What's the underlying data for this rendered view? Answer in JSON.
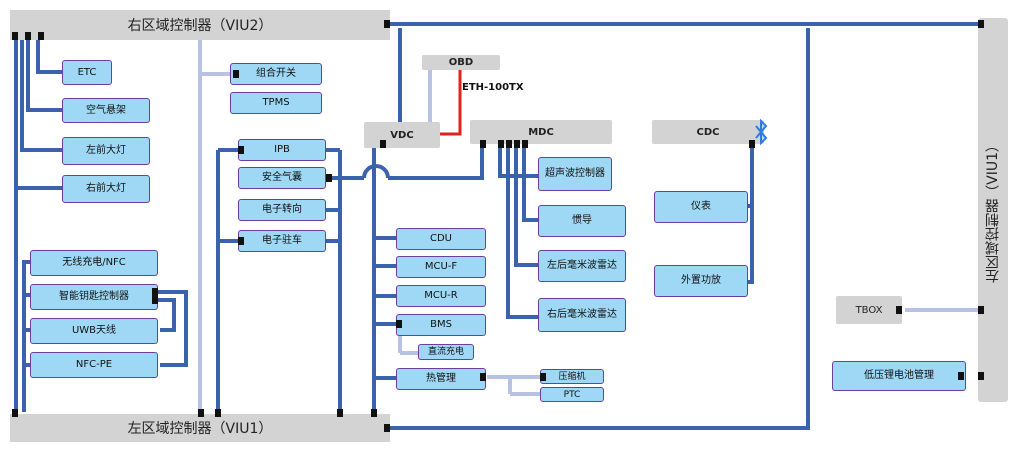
{
  "controllers": {
    "viu2": "右区域控制器（VIU2）",
    "viu1_bottom": "左区域控制器（VIU1）",
    "viu1_right": "左区域控制器（VIU1）"
  },
  "domain_boxes": {
    "obd": "OBD",
    "vdc": "VDC",
    "mdc": "MDC",
    "cdc": "CDC",
    "tbox": "TBOX"
  },
  "link_label": "ETH-100TX",
  "viu2_devices": [
    "ETC",
    "空气悬架",
    "左前大灯",
    "右前大灯"
  ],
  "viu1_devices": [
    "无线充电/NFC",
    "智能钥匙控制器",
    "UWB天线",
    "NFC-PE"
  ],
  "switch_devices": [
    "组合开关",
    "TPMS"
  ],
  "chassis_devices": [
    "IPB",
    "安全气囊",
    "电子转向",
    "电子驻车"
  ],
  "power_devices": [
    "CDU",
    "MCU-F",
    "MCU-R",
    "BMS",
    "直流充电",
    "热管理"
  ],
  "thermal_devices": [
    "压缩机",
    "PTC"
  ],
  "mdc_devices": [
    "超声波控制器",
    "惯导",
    "左后毫米波雷达",
    "右后毫米波雷达"
  ],
  "cdc_devices": [
    "仪表",
    "外置功放"
  ],
  "lv_device": "低压锂电池管理",
  "colors": {
    "bus_blue": "#3b63ad",
    "light_link": "#b8c3e3",
    "ethernet_red": "#e0231f",
    "node_fill": "#9ed8f5",
    "node_border": "#6b3fa0",
    "controller_gray": "#d3d3d3"
  },
  "icons": {
    "cdc": "bluetooth-icon"
  }
}
